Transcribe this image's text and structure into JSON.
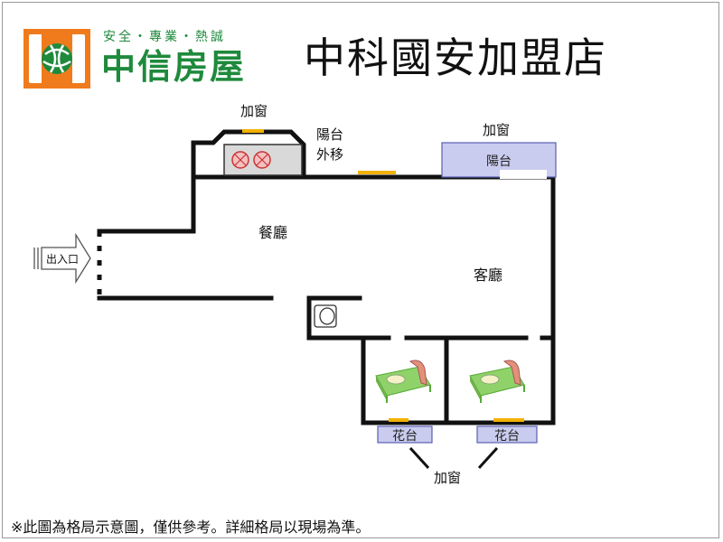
{
  "header": {
    "tagline": "安全・專業・熱誠",
    "brand": "中信房屋",
    "store_name": "中科國安加盟店"
  },
  "labels": {
    "window_top": "加窗",
    "balcony_moved": "陽台\n外移",
    "window_right": "加窗",
    "balcony": "陽台",
    "dining": "餐廳",
    "living": "客廳",
    "entrance": "出入口",
    "flower_left": "花台",
    "flower_right": "花台",
    "window_bottom": "加窗"
  },
  "footer": {
    "note": "※此圖為格局示意圖，僅供參考。詳細格局以現場為準。"
  },
  "colors": {
    "brand_orange": "#f07b1c",
    "brand_green": "#1f8a3c",
    "balcony_fill": "#c9ccee",
    "balcony_border": "#5b5fb5",
    "window_mark": "#f2b100"
  }
}
